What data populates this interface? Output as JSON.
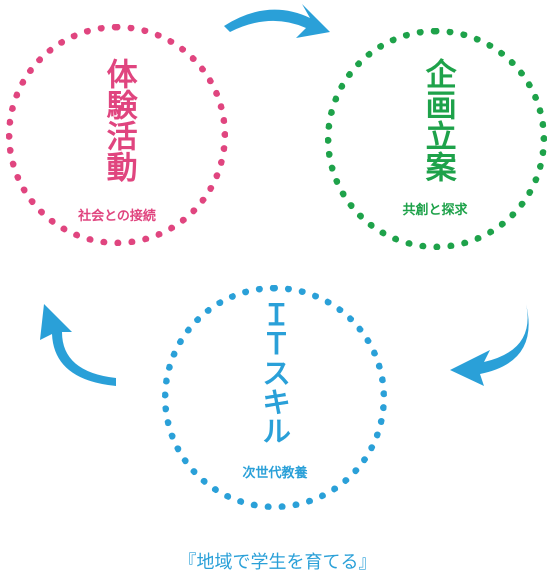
{
  "colors": {
    "pink": "#e0457f",
    "green": "#1ea24a",
    "blue": "#2aa0d8",
    "arrow": "#2aa0d8"
  },
  "circles": [
    {
      "title": "体験活動",
      "subtitle": "社会との接続"
    },
    {
      "title": "企画立案",
      "subtitle": "共創と探求"
    },
    {
      "title": "ＩＴスキル",
      "subtitle": "次世代教養"
    }
  ],
  "arrows": [
    "arrow-right-icon",
    "arrow-down-icon",
    "arrow-up-left-icon"
  ],
  "footer": {
    "text": "『地域で学生を育てる』"
  }
}
